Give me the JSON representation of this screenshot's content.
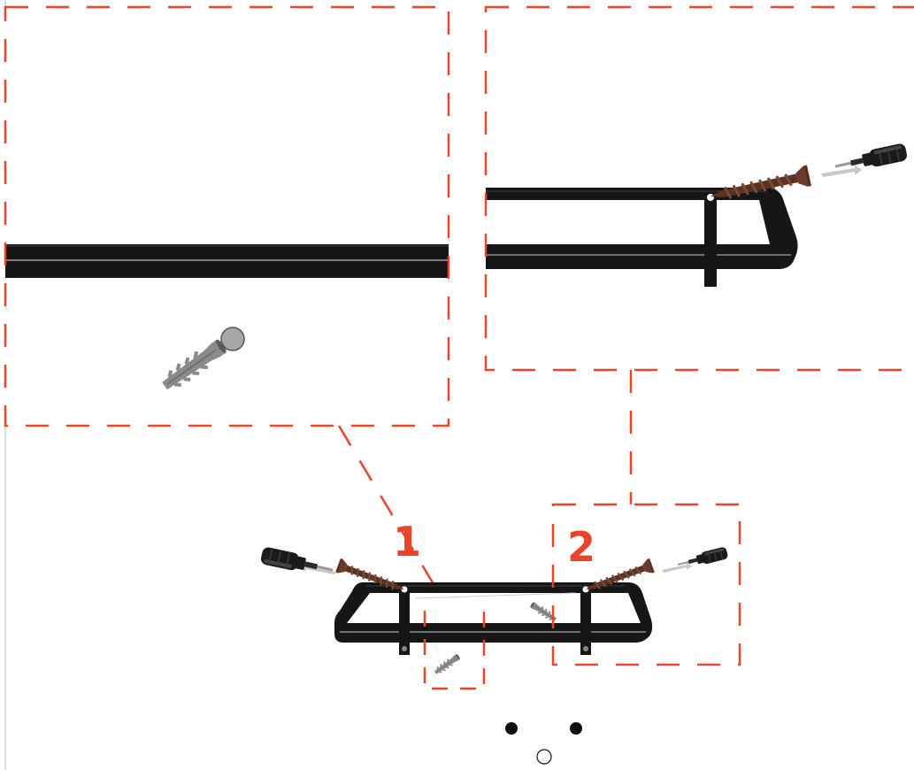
{
  "steps": [
    {
      "label": "1"
    },
    {
      "label": "2"
    }
  ],
  "colors": {
    "accent": "#e8452a",
    "frame": "#141414",
    "screw": "#6b3b2a",
    "anchor": "#8a8a8a",
    "driver_tip": "#9a9a9a",
    "background": "#ffffff"
  },
  "icons": [
    "screwdriver-icon",
    "wood-screw-icon",
    "wall-anchor-icon",
    "hole-dot-icon",
    "pagination-dot-icon"
  ],
  "pagination": {
    "total": 3,
    "active_index": 2
  }
}
